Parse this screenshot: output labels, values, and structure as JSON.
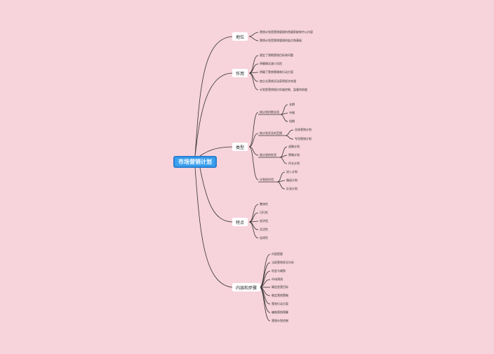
{
  "root": {
    "title": "市场营销计划"
  },
  "branches": {
    "position": {
      "label": "地位",
      "items": [
        "营销计划是营销管理的首要职能和中心内容",
        "营销计划是营销管理的起点和基础"
      ]
    },
    "role": {
      "label": "作用",
      "items": [
        "规定了预期营销目标和问题",
        "明确情况减少风险",
        "明确了营销策略和行动方案",
        "使企业营销活动获得经济合理",
        "计划是营销相对实施控制、监督的依据"
      ]
    },
    "types": {
      "label": "类型",
      "groups": [
        {
          "label": "按计划时期长短",
          "items": [
            "长期",
            "中期",
            "短期"
          ]
        },
        {
          "label": "按计划涉及的范围",
          "items": [
            "总体营销计划",
            "专项营销计划"
          ]
        },
        {
          "label": "按计划的性质",
          "items": [
            "战略计划",
            "策略计划",
            "作业计划"
          ]
        },
        {
          "label": "计划的作用",
          "items": [
            "进入计划",
            "撤退计划",
            "反攻计划"
          ]
        }
      ]
    },
    "features": {
      "label": "特点",
      "items": [
        "整体性",
        "可行性",
        "经济型",
        "灵活性",
        "连续性"
      ]
    },
    "content": {
      "label": "内容和步骤",
      "items": [
        "内容提要",
        "当前营销状况分析",
        "机会与威胁",
        "市场预测",
        "确定经营目标",
        "制定营销策略",
        "策划行动方案",
        "编制营销预算",
        "营销计划控制"
      ]
    }
  }
}
